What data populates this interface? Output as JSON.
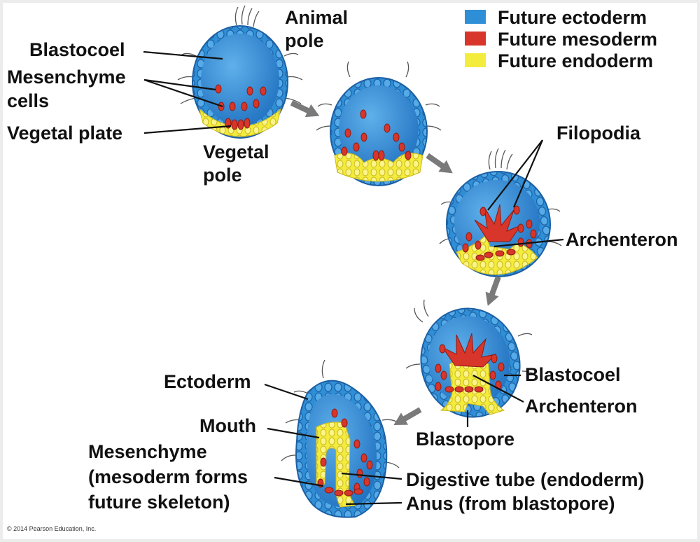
{
  "legend": [
    {
      "label": "Future ectoderm",
      "color": "#2f8fd6"
    },
    {
      "label": "Future mesoderm",
      "color": "#d8362a"
    },
    {
      "label": "Future endoderm",
      "color": "#f4ec3c"
    }
  ],
  "labels": {
    "blastocoel_1": "Blastocoel",
    "mesenchyme_cells_l1": "Mesenchyme",
    "mesenchyme_cells_l2": "cells",
    "vegetal_plate": "Vegetal plate",
    "animal_pole_l1": "Animal",
    "animal_pole_l2": "pole",
    "vegetal_pole_l1": "Vegetal",
    "vegetal_pole_l2": "pole",
    "filopodia": "Filopodia",
    "archenteron_1": "Archenteron",
    "blastocoel_2": "Blastocoel",
    "archenteron_2": "Archenteron",
    "blastopore": "Blastopore",
    "ectoderm": "Ectoderm",
    "mouth": "Mouth",
    "mesenchyme_l1": "Mesenchyme",
    "mesenchyme_l2": "(mesoderm forms",
    "mesenchyme_l3": "future skeleton)",
    "digestive_tube": "Digestive tube (endoderm)",
    "anus": "Anus (from blastopore)"
  },
  "copyright": "© 2014 Pearson Education, Inc.",
  "colors": {
    "ectoderm": "#2f8fd6",
    "ectoderm_dark": "#1c5fa3",
    "blastocoel": "#2f7fcf",
    "mesoderm": "#d8362a",
    "endoderm": "#f4ec3c",
    "arrow": "#7a7a7a"
  }
}
